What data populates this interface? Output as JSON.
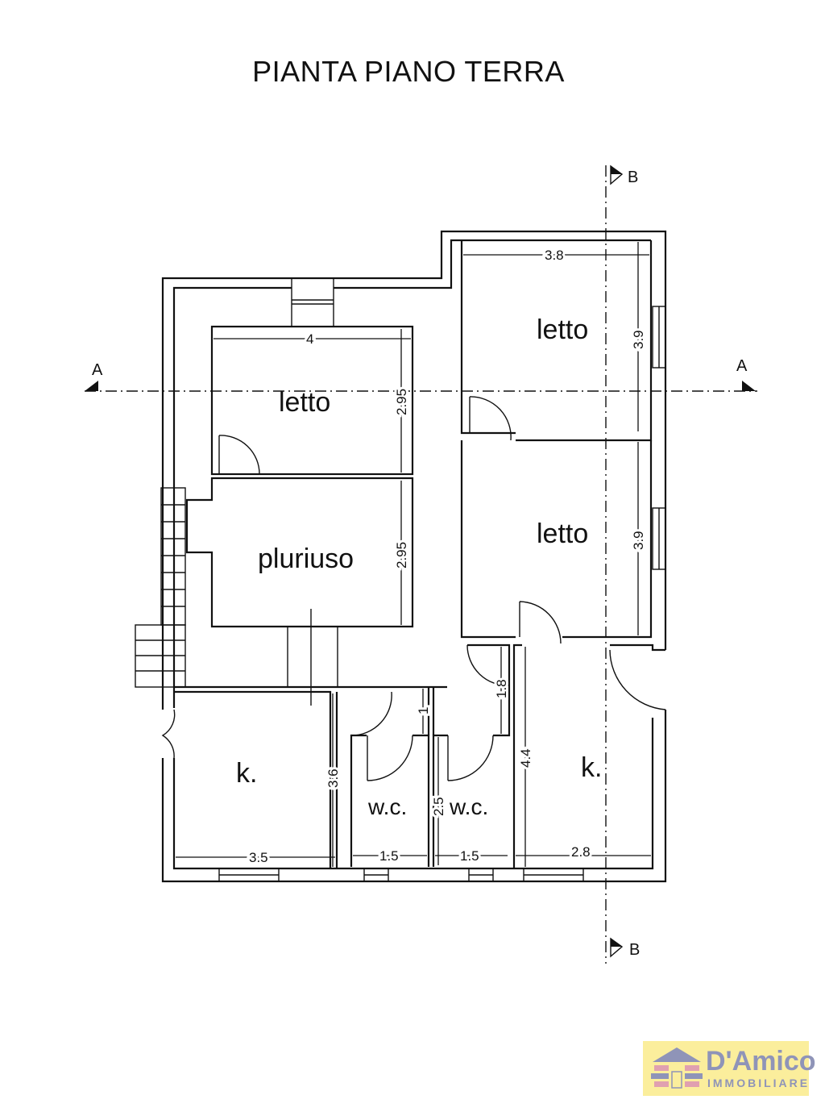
{
  "title": "PIANTA PIANO TERRA",
  "rooms": {
    "letto_a": "letto",
    "letto_b": "letto",
    "letto_c": "letto",
    "pluriuso": "pluriuso",
    "kitchen_left": "k.",
    "kitchen_right": "k.",
    "wc_1": "w.c.",
    "wc_2": "w.c."
  },
  "dimensions": {
    "letto_a_width": "4",
    "letto_a_depth": "2.95",
    "pluriuso_depth": "2.95",
    "letto_b_width": "3.8",
    "letto_b_depth": "3.9",
    "letto_c_depth": "3.9",
    "k_left_width": "3.5",
    "k_left_depth": "3.6",
    "wc_1_width": "1.5",
    "wc_2_width": "1.5",
    "wc_depth": "2.5",
    "corridor_1": "1",
    "corridor_2": "1.8",
    "k_right_depth": "4.4",
    "k_right_width": "2.8"
  },
  "sections": {
    "a": "A",
    "b": "B"
  },
  "logo": {
    "name": "D'Amico",
    "subtitle": "IMMOBILIARE",
    "bg": "#fbee9c",
    "text_color": "#8f94b8"
  }
}
